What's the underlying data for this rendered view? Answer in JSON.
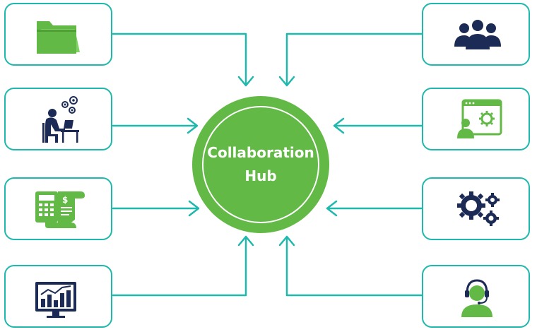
{
  "hub": {
    "line1": "Collaboration",
    "line2": "Hub"
  },
  "colors": {
    "connector": "#1fb8ad",
    "hub": "#62b946",
    "icon_dark": "#1c2b55",
    "icon_green": "#62b946"
  },
  "nodes": [
    {
      "side": "left",
      "icon": "folder-icon"
    },
    {
      "side": "left",
      "icon": "person-at-desk-gears-icon"
    },
    {
      "side": "left",
      "icon": "calculator-invoice-icon"
    },
    {
      "side": "left",
      "icon": "analytics-monitor-icon"
    },
    {
      "side": "right",
      "icon": "team-group-icon"
    },
    {
      "side": "right",
      "icon": "user-settings-window-icon"
    },
    {
      "side": "right",
      "icon": "gears-icon"
    },
    {
      "side": "right",
      "icon": "support-headset-icon"
    }
  ]
}
